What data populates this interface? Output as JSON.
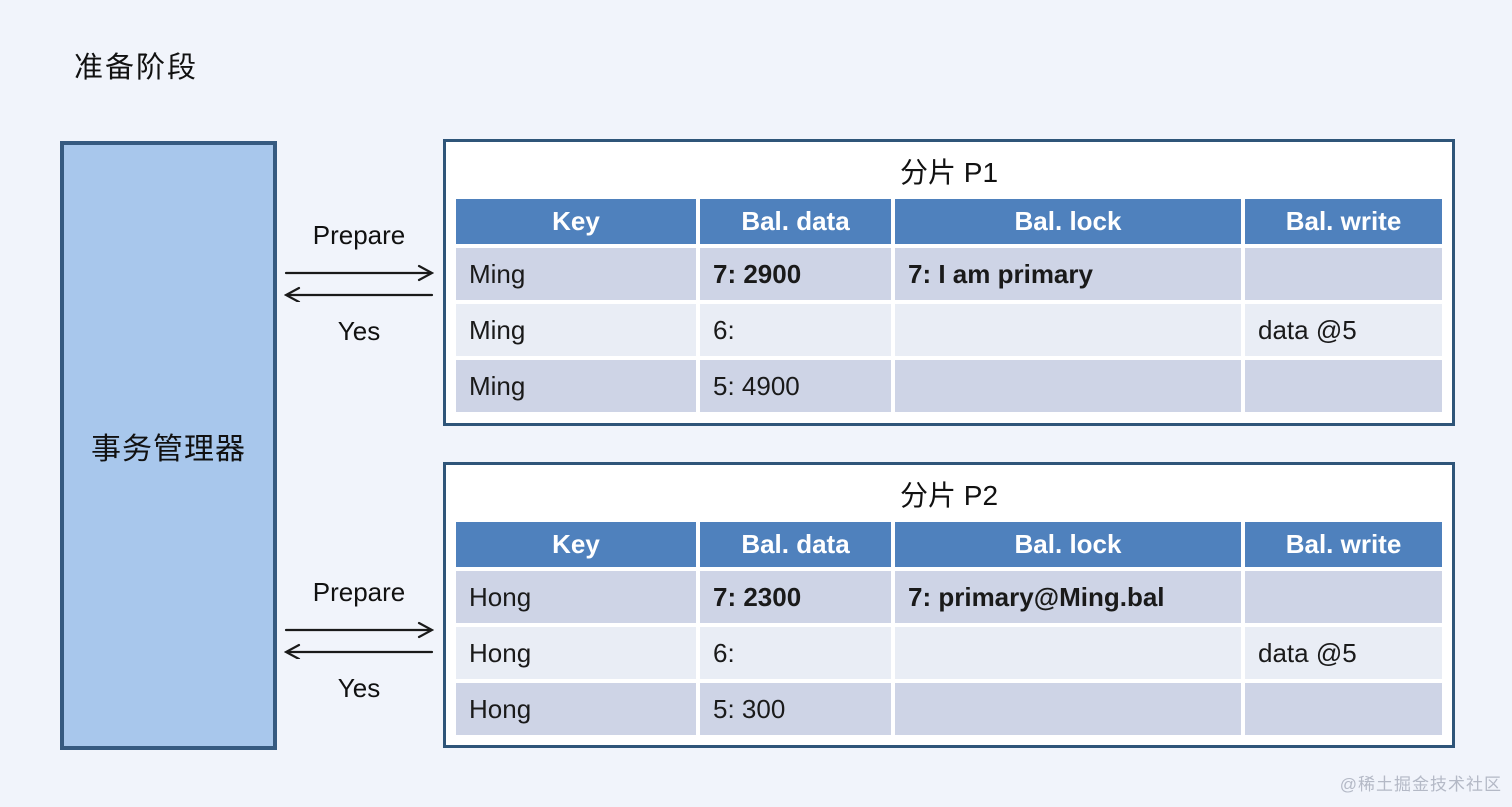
{
  "page": {
    "title": "准备阶段"
  },
  "manager": {
    "label": "事务管理器"
  },
  "flows": [
    {
      "request_label": "Prepare",
      "response_label": "Yes"
    },
    {
      "request_label": "Prepare",
      "response_label": "Yes"
    }
  ],
  "shards": [
    {
      "title": "分片 P1",
      "columns": [
        "Key",
        "Bal. data",
        "Bal. lock",
        "Bal. write"
      ],
      "rows": [
        [
          "Ming",
          "7: 2900",
          "7: I am primary",
          ""
        ],
        [
          "Ming",
          "6:",
          "",
          "data @5"
        ],
        [
          "Ming",
          "5: 4900",
          "",
          ""
        ]
      ]
    },
    {
      "title": "分片 P2",
      "columns": [
        "Key",
        "Bal. data",
        "Bal. lock",
        "Bal. write"
      ],
      "rows": [
        [
          "Hong",
          "7: 2300",
          "7: primary@Ming.bal",
          ""
        ],
        [
          "Hong",
          "6:",
          "",
          "data @5"
        ],
        [
          "Hong",
          "5: 300",
          "",
          ""
        ]
      ]
    }
  ],
  "watermark": {
    "text": "@稀土掘金技术社区"
  },
  "colors": {
    "background": "#F1F4FB",
    "manager_fill": "#A8C7EC",
    "manager_border": "#365A80",
    "panel_border": "#2F5579",
    "header_fill": "#4F81BD",
    "header_text": "#FFFFFF",
    "row_odd": "#CED4E6",
    "row_even": "#E9EDF5",
    "text": "#1A1A1A",
    "watermark_text": "#B4B9C6"
  }
}
